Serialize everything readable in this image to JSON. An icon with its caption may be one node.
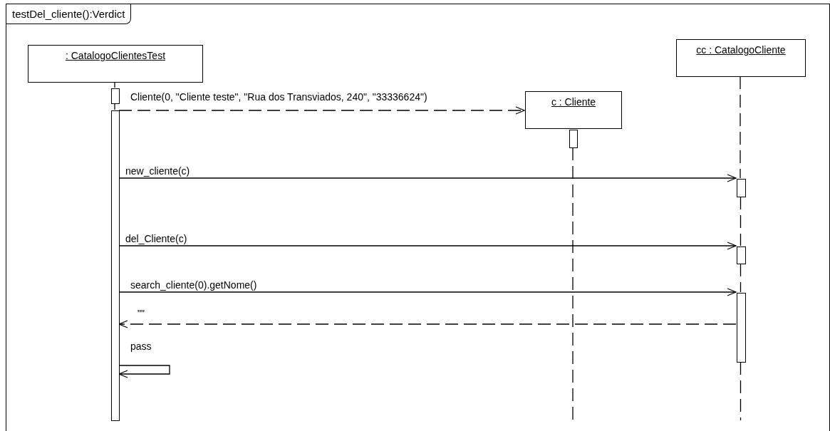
{
  "diagram": {
    "nodes": [
      {
        "text": [
          "testDel_cliente():Verdict"
        ]
      },
      {
        "text": [
          ": CatalogoClientesTest"
        ],
        "in": 0
      },
      {
        "text": [
          "cc : CatalogoCliente"
        ],
        "in": 0
      },
      {
        "text": [
          "c : Cliente"
        ],
        "in": 0
      },
      {
        "text": [],
        "shape": "bar",
        "in": 0
      },
      {
        "text": [],
        "shape": "bar",
        "in": 0
      },
      {
        "text": [],
        "shape": "bar",
        "in": 0
      },
      {
        "text": [],
        "shape": "bar",
        "in": 0
      },
      {
        "text": [],
        "shape": "bar",
        "in": 0
      },
      {
        "text": [],
        "shape": "bar",
        "in": 0
      }
    ],
    "edges": [
      {
        "from": 5,
        "to": 3,
        "arrow": "to",
        "style": "dashed",
        "label": "Cliente(0, \"Cliente teste\", \"Rua dos Transviados, 240\", \"33336624\")"
      },
      {
        "from": 5,
        "to": 7,
        "arrow": "to",
        "label": "new_cliente(c)"
      },
      {
        "from": 5,
        "to": 8,
        "arrow": "to",
        "label": "del_Cliente(c)"
      },
      {
        "from": 5,
        "to": 9,
        "arrow": "to",
        "label": "search_cliente(0).getNome()"
      },
      {
        "from": 9,
        "to": 5,
        "arrow": "to",
        "style": "dashed",
        "label": "\"\""
      },
      {
        "from": 5,
        "to": 5,
        "arrow": "to",
        "label": "pass"
      },
      {
        "from": 1,
        "to": 4,
        "arrow": "none"
      },
      {
        "from": 4,
        "to": 5,
        "arrow": "none"
      },
      {
        "from": 6,
        "to": null,
        "arrow": "none",
        "style": "dashed"
      },
      {
        "from": 2,
        "to": 7,
        "arrow": "none",
        "style": "dashed"
      },
      {
        "from": 7,
        "to": 8,
        "arrow": "none",
        "style": "dashed"
      },
      {
        "from": 8,
        "to": 9,
        "arrow": "none",
        "style": "dashed"
      },
      {
        "from": 9,
        "to": null,
        "arrow": "none",
        "style": "dashed"
      }
    ]
  }
}
